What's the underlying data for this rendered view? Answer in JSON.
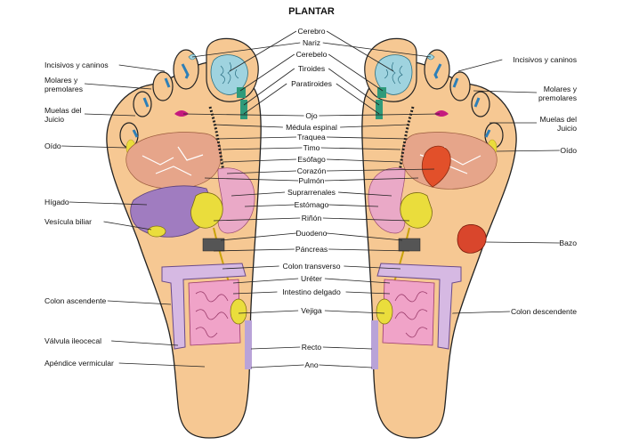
{
  "title": "PLANTAR",
  "center_labels": [
    "Cerebro",
    "Nariz",
    "Cerebelo",
    "Tiroides",
    "Paratiroides",
    "Ojo",
    "Médula espinal",
    "Traquea",
    "Timo",
    "Esófago",
    "Corazón",
    "Pulmón",
    "Suprarrenales",
    "Estómago",
    "Riñón",
    "Duodeno",
    "Páncreas",
    "Colon transverso",
    "Uréter",
    "Intestino delgado",
    "Vejiga",
    "Recto",
    "Ano"
  ],
  "left_labels": [
    "Incisivos y caninos",
    "Molares y\npremolares",
    "Muelas del\nJuicio",
    "Oído",
    "Hígado",
    "Vesícula biliar",
    "Colon ascendente",
    "Válvula ileocecal",
    "Apéndice vermicular"
  ],
  "right_labels": [
    "Incisivos y caninos",
    "Molares y\npremolares",
    "Muelas del\nJuicio",
    "Oído",
    "Bazo",
    "Colon descendente"
  ],
  "colors": {
    "skin": "#f6c893",
    "brain": "#9fd3df",
    "teeth": "#2d7fb8",
    "lung": "#e6a58a",
    "liver": "#a07cc0",
    "kidney": "#eadd3c",
    "stomach": "#eaa9c7",
    "intestine": "#d6b9e3",
    "small_intestine": "#f0a3c8",
    "heart": "#e2502a",
    "spleen": "#d9462c",
    "thymus": "#2f9a7a",
    "eye": "#c51a7e"
  }
}
